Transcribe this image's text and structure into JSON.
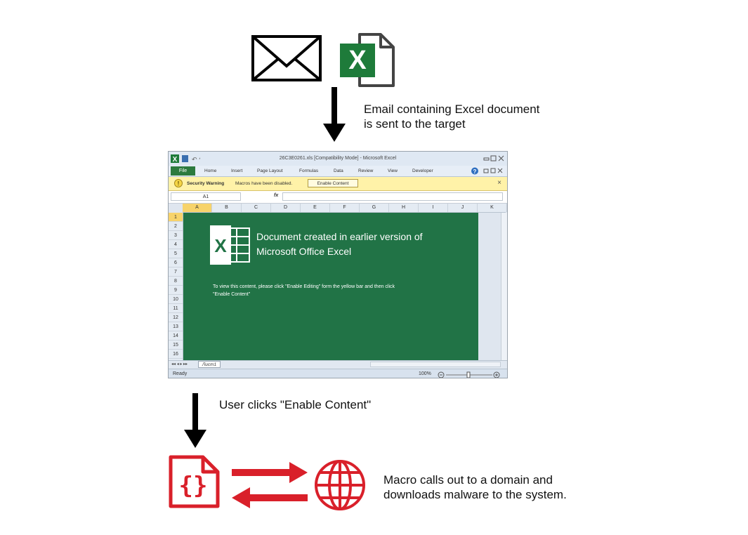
{
  "captions": {
    "step1": [
      "Email containing Excel document",
      "is sent to the target"
    ],
    "step2": "User clicks \"Enable Content\"",
    "step3": [
      "Macro calls out to a domain and",
      "downloads malware to the system."
    ]
  },
  "icons": {
    "envelope": "envelope-icon",
    "excel_file": "excel-file-icon",
    "script_file": "script-file-icon",
    "globe": "globe-icon"
  },
  "colors": {
    "excel_green": "#217346",
    "excel_icon_green": "#1e7b3a",
    "warning_yellow": "#fff2a8",
    "malware_red": "#d9202a"
  },
  "excel": {
    "title": "26C3E0261.xls [Compatibility Mode] - Microsoft Excel",
    "file_tab": "File",
    "tabs": [
      "Home",
      "Insert",
      "Page Layout",
      "Formulas",
      "Data",
      "Review",
      "View",
      "Developer"
    ],
    "warning": {
      "label": "Security Warning",
      "message": "Macros have been disabled.",
      "button": "Enable Content",
      "close": "×"
    },
    "name_box": "A1",
    "fx": "fx",
    "columns": [
      "A",
      "B",
      "C",
      "D",
      "E",
      "F",
      "G",
      "H",
      "I",
      "J",
      "K"
    ],
    "rows": [
      "1",
      "2",
      "3",
      "4",
      "5",
      "6",
      "7",
      "8",
      "9",
      "10",
      "11",
      "12",
      "13",
      "14",
      "15",
      "16"
    ],
    "lure": {
      "icon_letter": "X",
      "heading_line1": "Document created in earlier version of",
      "heading_line2": "Microsoft Office Excel",
      "body_line1": "To view this content, please click \"Enable Editing\" form the yellow bar and then click",
      "body_line2": "\"Enable Content\""
    },
    "sheet_tab": "Лист1",
    "status": "Ready",
    "zoom": "100%"
  }
}
